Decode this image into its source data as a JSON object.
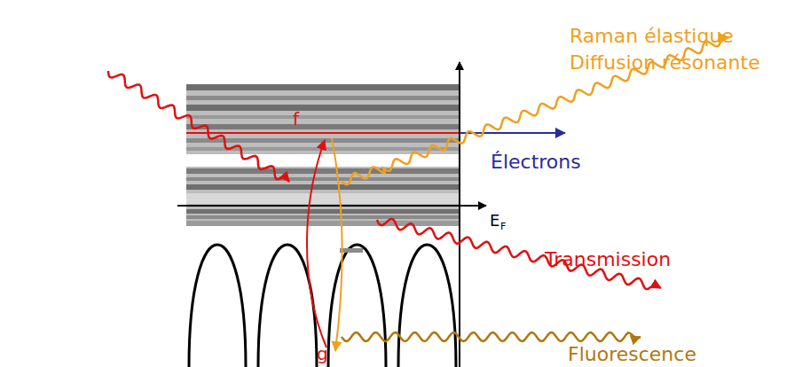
{
  "diagram": {
    "labels": [
      "Raman élastique",
      "Diffusion résonante",
      "f",
      "Électrons",
      "E",
      "F",
      "Transmission",
      "g",
      "Fluorescence"
    ]
  }
}
